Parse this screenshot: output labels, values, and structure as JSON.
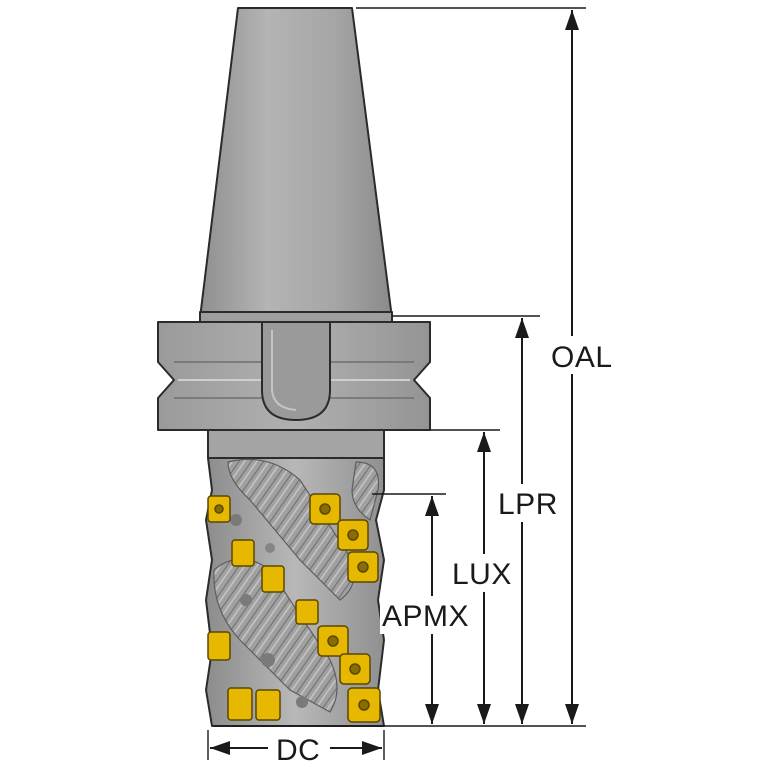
{
  "dimensions": {
    "oal": "OAL",
    "lpr": "LPR",
    "lux": "LUX",
    "apmx": "APMX",
    "dc": "DC"
  },
  "colors": {
    "body_gray": "#a8a8a8",
    "body_light": "#bdbdbd",
    "body_dark": "#7e7e7e",
    "insert_yellow": "#e6b800",
    "insert_dark": "#8a6d00",
    "line": "#1a1a1a"
  }
}
